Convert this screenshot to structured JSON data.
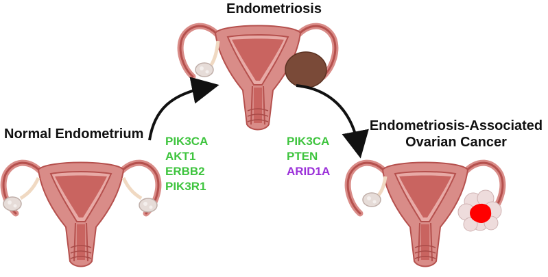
{
  "labels": {
    "top": "Endometriosis",
    "left": "Normal Endometrium",
    "right_line1": "Endometriosis-Associated",
    "right_line2": "Ovarian Cancer"
  },
  "gene_sets": {
    "normal_to_endometriosis": [
      {
        "name": "PIK3CA",
        "color": "#3ec43e"
      },
      {
        "name": "AKT1",
        "color": "#3ec43e"
      },
      {
        "name": "ERBB2",
        "color": "#3ec43e"
      },
      {
        "name": "PIK3R1",
        "color": "#3ec43e"
      }
    ],
    "endometriosis_to_cancer": [
      {
        "name": "PIK3CA",
        "color": "#3ec43e"
      },
      {
        "name": "PTEN",
        "color": "#3ec43e"
      },
      {
        "name": "ARID1A",
        "color": "#9b30d9"
      }
    ]
  },
  "colors": {
    "uterus_outer": "#d98c88",
    "uterus_inner": "#b5504d",
    "lining": "#e8aaa6",
    "ovary": "#e6dcd8",
    "endometrioma": "#7a4a38",
    "tumor": "#ff0000",
    "arrow": "#111111"
  },
  "icons": [
    "uterus-normal",
    "uterus-endometriosis",
    "uterus-cancer",
    "arrow-curved"
  ]
}
